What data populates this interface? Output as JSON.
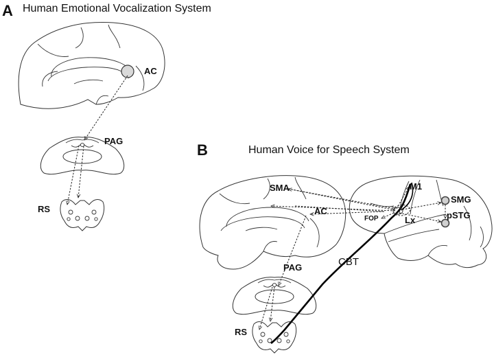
{
  "panel_a": {
    "letter": "A",
    "title": "Human Emotional Vocalization System",
    "labels": {
      "ac": "AC",
      "pag": "PAG",
      "rs": "RS"
    }
  },
  "panel_b": {
    "letter": "B",
    "title": "Human Voice for Speech System",
    "labels": {
      "sma": "SMA",
      "ac": "AC",
      "pag": "PAG",
      "rs": "RS",
      "m1": "M1",
      "smg": "SMG",
      "pstg": "pSTG",
      "fop": "FOP",
      "lx": "Lx",
      "cbt": "CBT"
    }
  }
}
